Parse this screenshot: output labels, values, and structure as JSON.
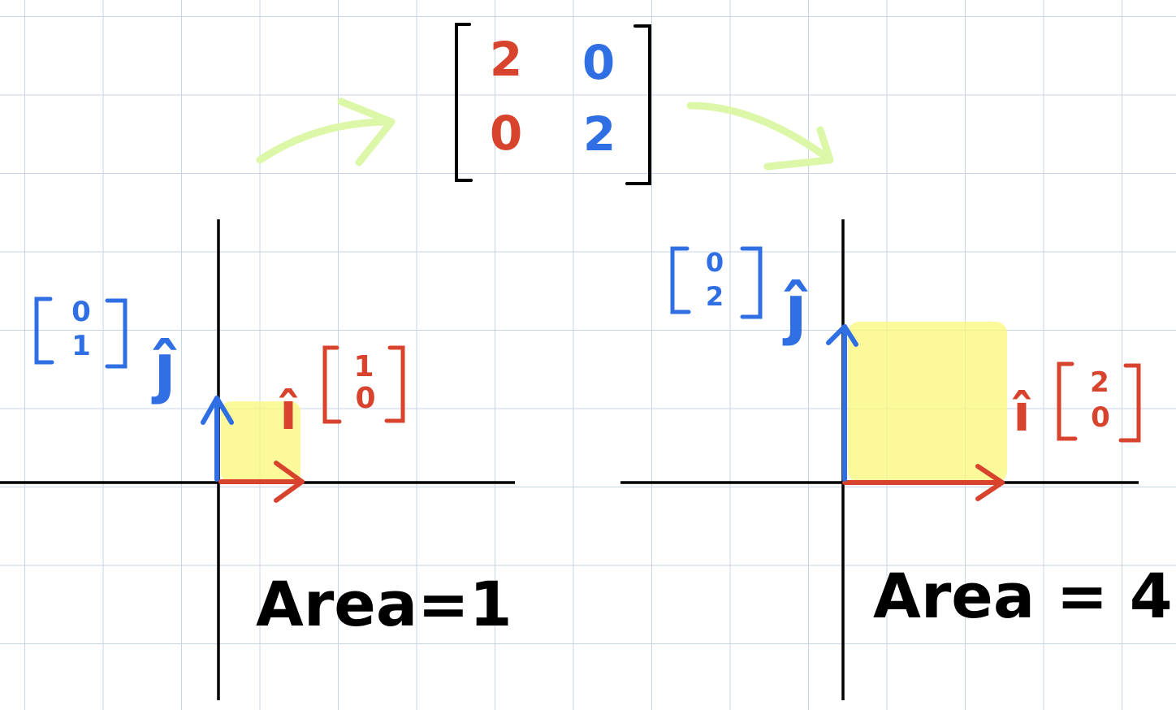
{
  "colors": {
    "i_hat": "#d8432e",
    "j_hat": "#2f6fe3",
    "axis": "#000000",
    "highlight": "#fbf77a",
    "arrow": "#dcf7a8",
    "grid": "#c9d4e6"
  },
  "matrix": {
    "a": "2",
    "b": "0",
    "c": "0",
    "d": "2"
  },
  "before": {
    "area_label": "Area=1",
    "i_hat_label": "î",
    "j_hat_label": "ĵ",
    "i_vector": [
      "1",
      "0"
    ],
    "j_vector": [
      "0",
      "1"
    ]
  },
  "after": {
    "area_label": "Area = 4",
    "i_hat_label": "î",
    "j_hat_label": "ĵ",
    "i_vector": [
      "2",
      "0"
    ],
    "j_vector": [
      "0",
      "2"
    ]
  }
}
